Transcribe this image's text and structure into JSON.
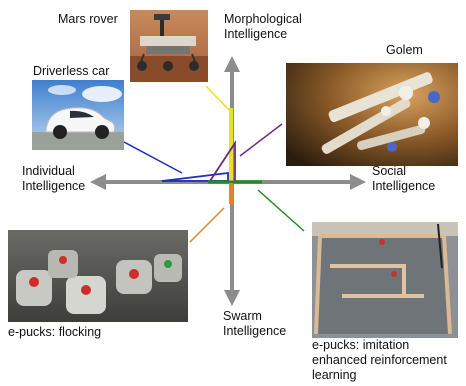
{
  "axes": {
    "top": [
      "Morphological",
      "Intelligence"
    ],
    "left": [
      "Individual",
      "Intelligence"
    ],
    "right": [
      "Social",
      "Intelligence"
    ],
    "bottom": [
      "Swarm",
      "Intelligence"
    ]
  },
  "examples": {
    "mars_rover": {
      "label": "Mars rover",
      "color": "#e8e02c"
    },
    "driverless_car": {
      "label": "Driverless car",
      "color": "#1c2fbf"
    },
    "golem": {
      "label": "Golem",
      "color": "#6a2a86"
    },
    "flocking": {
      "label": "e-pucks: flocking",
      "color": "#ef7f22"
    },
    "imitation": {
      "label": [
        "e-pucks: imitation",
        "enhanced reinforcement",
        "learning"
      ],
      "color": "#1e8e1e"
    }
  },
  "colors": {
    "axis": "#8c8c8c"
  }
}
